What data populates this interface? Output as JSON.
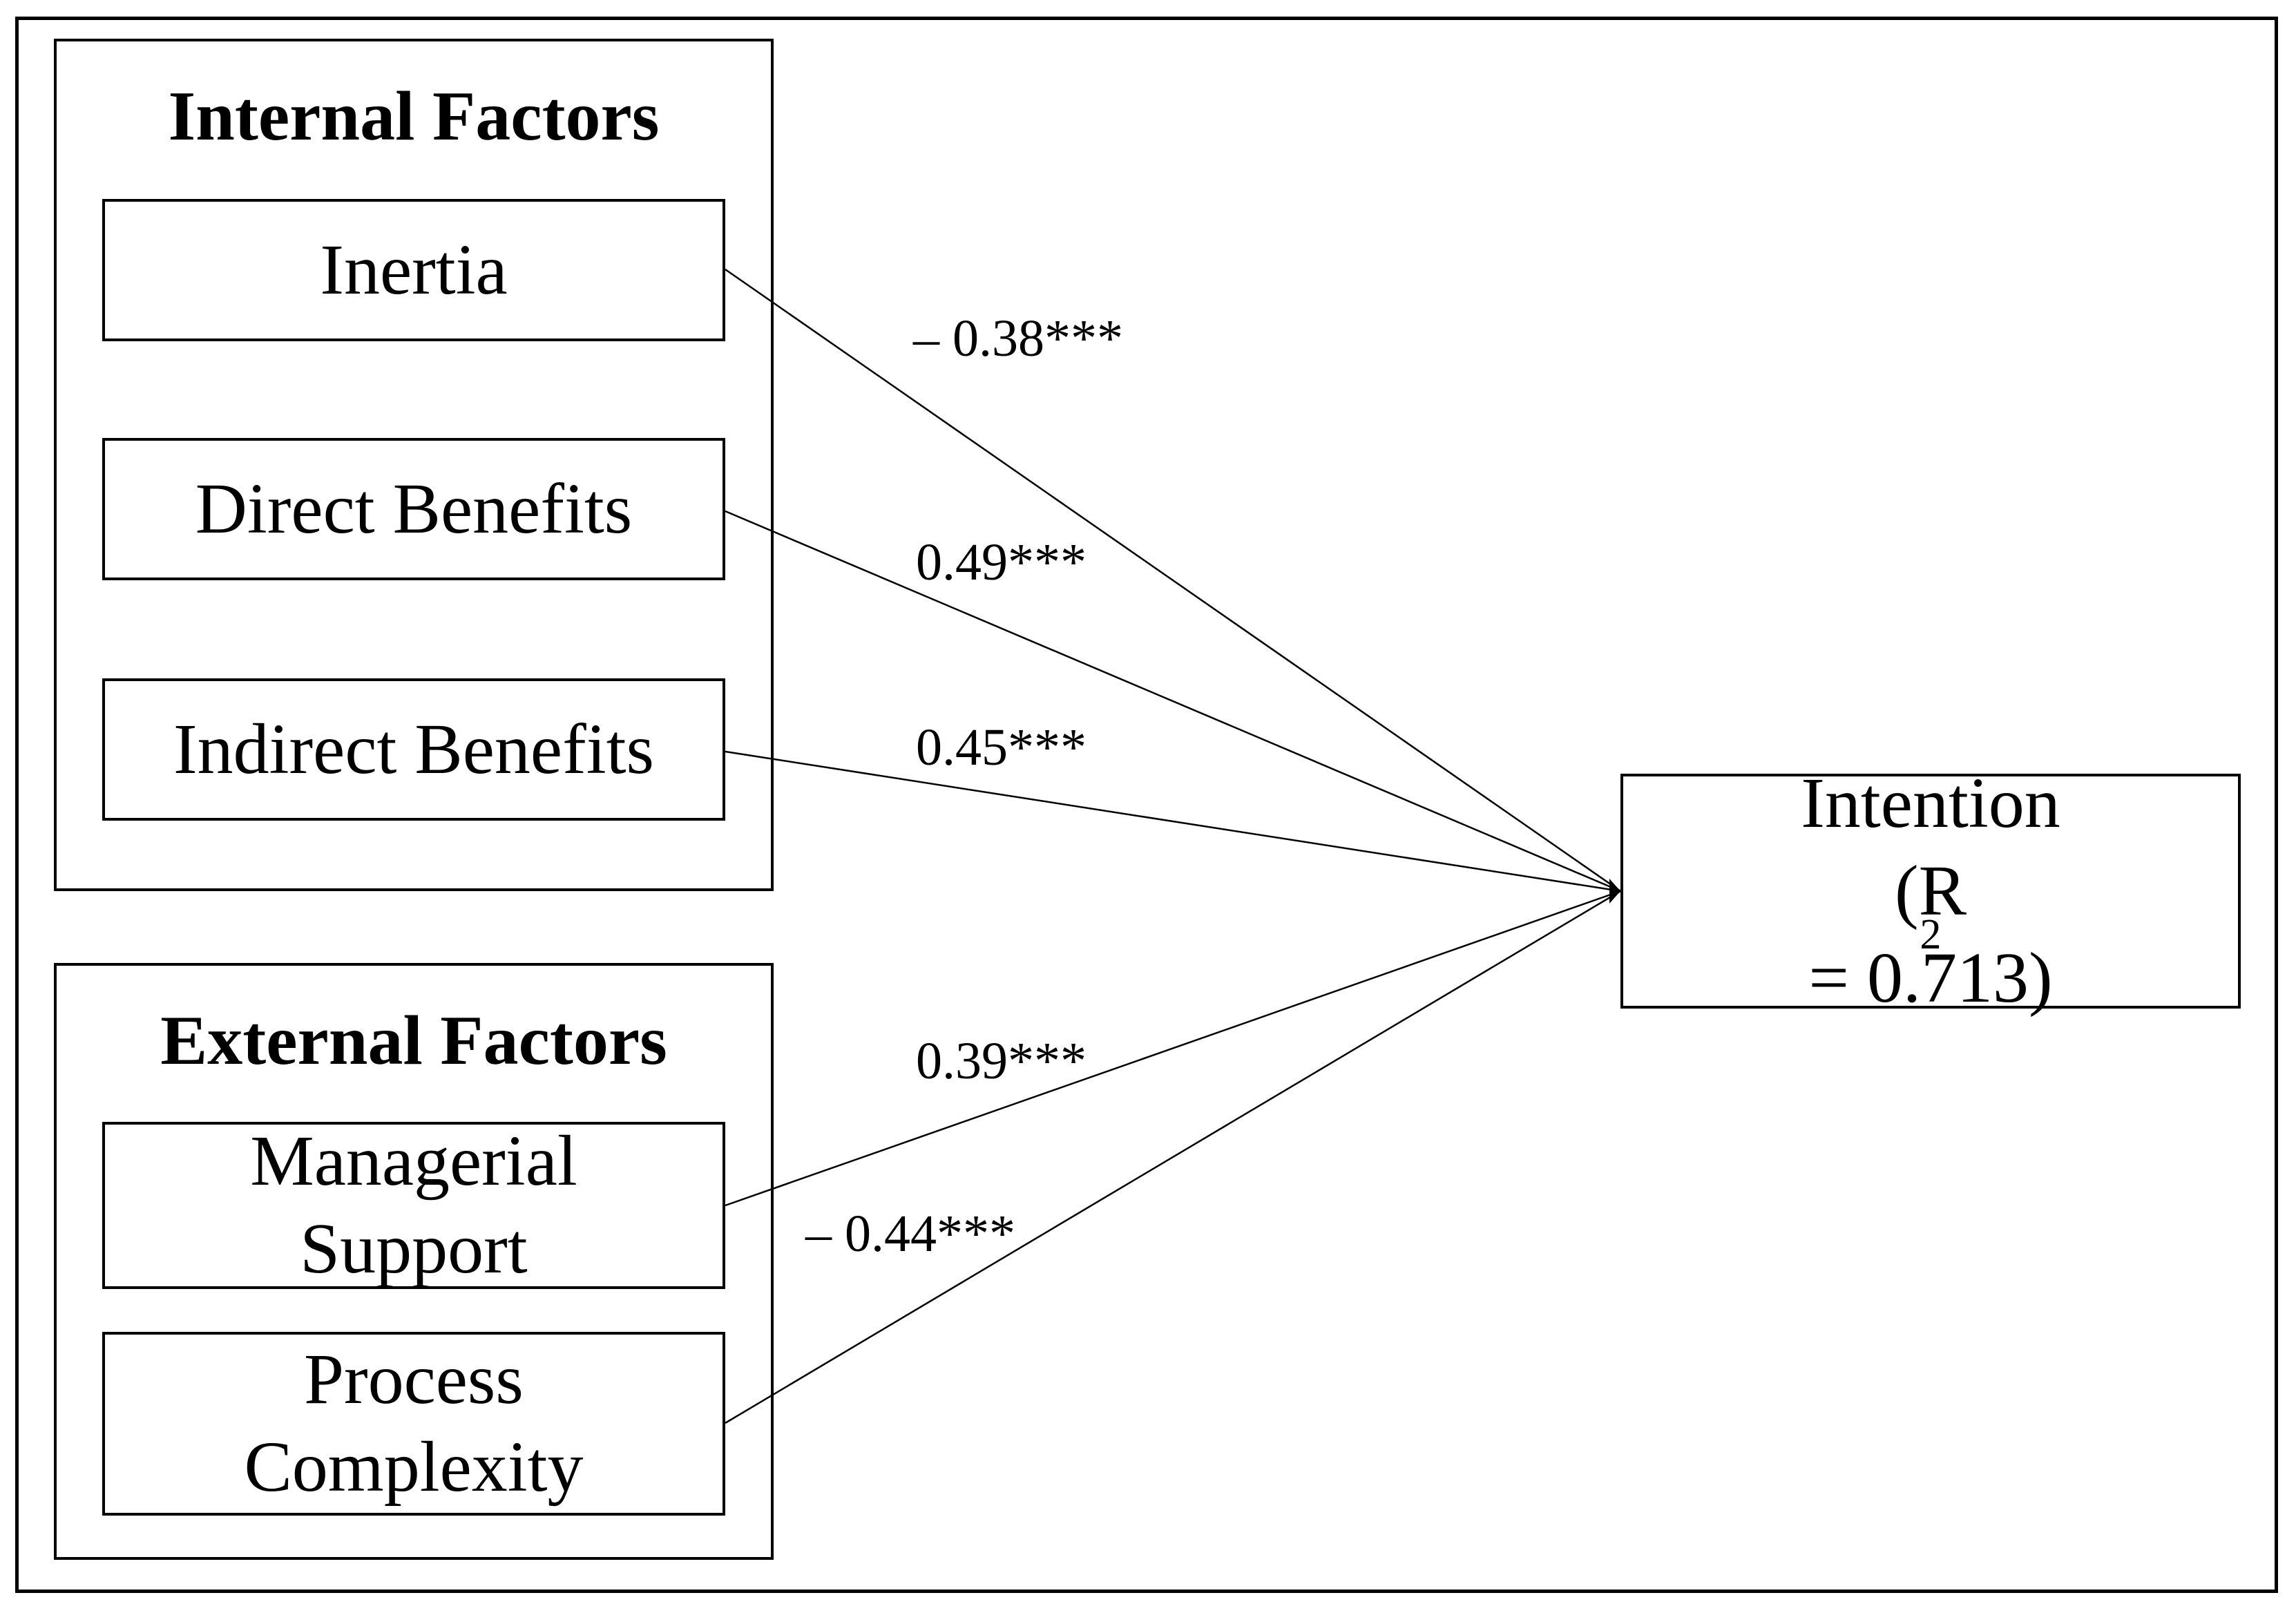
{
  "internal_group": {
    "title": "Internal Factors"
  },
  "external_group": {
    "title": "External Factors"
  },
  "nodes": {
    "inertia": "Inertia",
    "direct_benefits": "Direct Benefits",
    "indirect_benefits": "Indirect Benefits",
    "managerial_support": [
      "Managerial",
      "Support"
    ],
    "process_complexity": [
      "Process",
      "Complexity"
    ]
  },
  "outcome": {
    "label": "Intention",
    "r2_open": "(R",
    "r2_sup": "2",
    "r2_rest": " = 0.713)"
  },
  "paths": [
    {
      "from": "inertia",
      "to": "intention",
      "coefficient": "– 0.38***"
    },
    {
      "from": "direct_benefits",
      "to": "intention",
      "coefficient": "0.49***"
    },
    {
      "from": "indirect_benefits",
      "to": "intention",
      "coefficient": "0.45***"
    },
    {
      "from": "managerial_support",
      "to": "intention",
      "coefficient": "0.39***"
    },
    {
      "from": "process_complexity",
      "to": "intention",
      "coefficient": "– 0.44***"
    }
  ]
}
